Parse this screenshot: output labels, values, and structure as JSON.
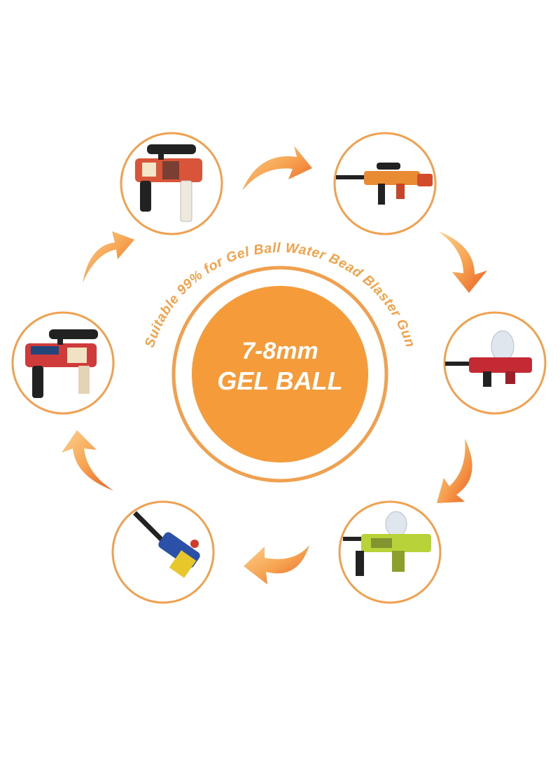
{
  "center": {
    "size_label": "7-8mm",
    "product_label": "GEL BALL",
    "arc_caption": "Suitable 99% for Gel Ball Water Bead Blaster Gun"
  },
  "colors": {
    "ring_stroke": "#f0a04e",
    "ball_fill": "#f59b3a",
    "arrow_light": "#fbc37a",
    "arrow_dark": "#ee6a22",
    "caption": "#f2a24a"
  },
  "products": [
    {
      "name": "blaster-top-left",
      "icon": "pistol-with-scope-and-grip"
    },
    {
      "name": "blaster-top-right",
      "icon": "rifle-with-scope"
    },
    {
      "name": "blaster-right",
      "icon": "rifle-with-bead-hopper"
    },
    {
      "name": "blaster-bottom-right",
      "icon": "smg-with-bead-hopper"
    },
    {
      "name": "blaster-bottom-left",
      "icon": "pistol-with-suppressor"
    },
    {
      "name": "blaster-left",
      "icon": "pistol-with-scope-and-grip"
    }
  ]
}
